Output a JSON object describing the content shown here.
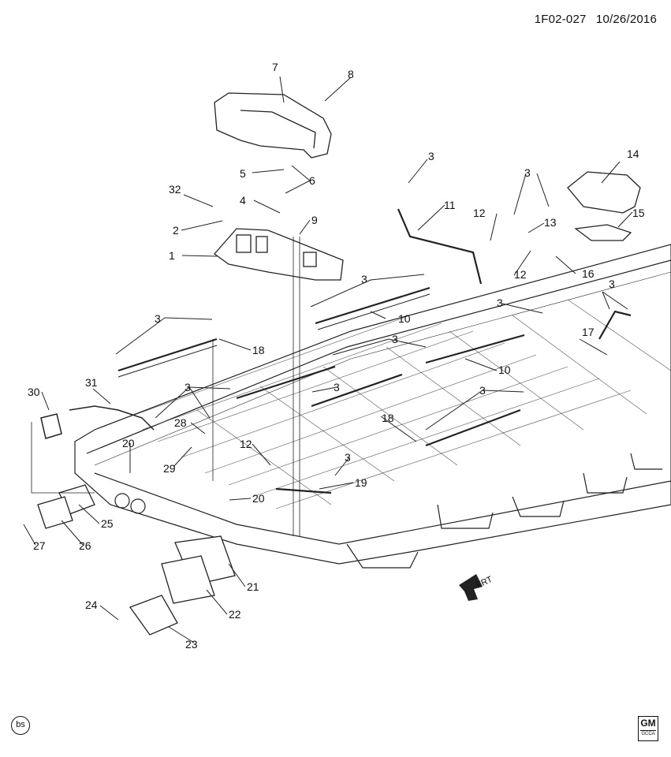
{
  "header": {
    "diagram_id": "1F02-027",
    "date": "10/26/2016"
  },
  "footer": {
    "badge": "bs",
    "logo_main": "GM",
    "logo_sub": "GCCA"
  },
  "direction_label": "FRT",
  "callouts": [
    "1",
    "2",
    "3",
    "3",
    "3",
    "3",
    "3",
    "3",
    "3",
    "3",
    "3",
    "3",
    "3",
    "3",
    "3",
    "3",
    "4",
    "5",
    "6",
    "7",
    "8",
    "9",
    "10",
    "10",
    "11",
    "12",
    "12",
    "12",
    "13",
    "14",
    "15",
    "16",
    "17",
    "18",
    "18",
    "18",
    "19",
    "20",
    "20",
    "21",
    "22",
    "23",
    "24",
    "25",
    "26",
    "27",
    "28",
    "29",
    "30",
    "31",
    "32"
  ]
}
